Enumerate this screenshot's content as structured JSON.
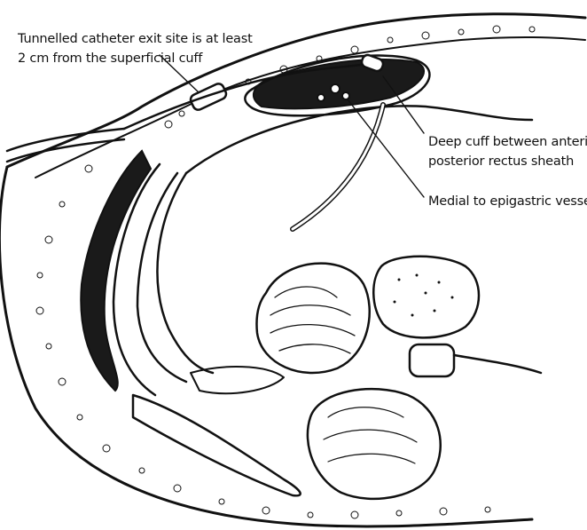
{
  "annotations": {
    "exit_site_line1": "Tunnelled catheter exit site is at least",
    "exit_site_line2": "2 cm from the superficial cuff",
    "deep_cuff_line1": "Deep cuff between anterior and",
    "deep_cuff_line2": "posterior rectus sheath",
    "epigastric": "Medial to epigastric vessels"
  },
  "colors": {
    "ink": "#111111",
    "paper": "#ffffff",
    "muscle": "#1a1a1a"
  }
}
